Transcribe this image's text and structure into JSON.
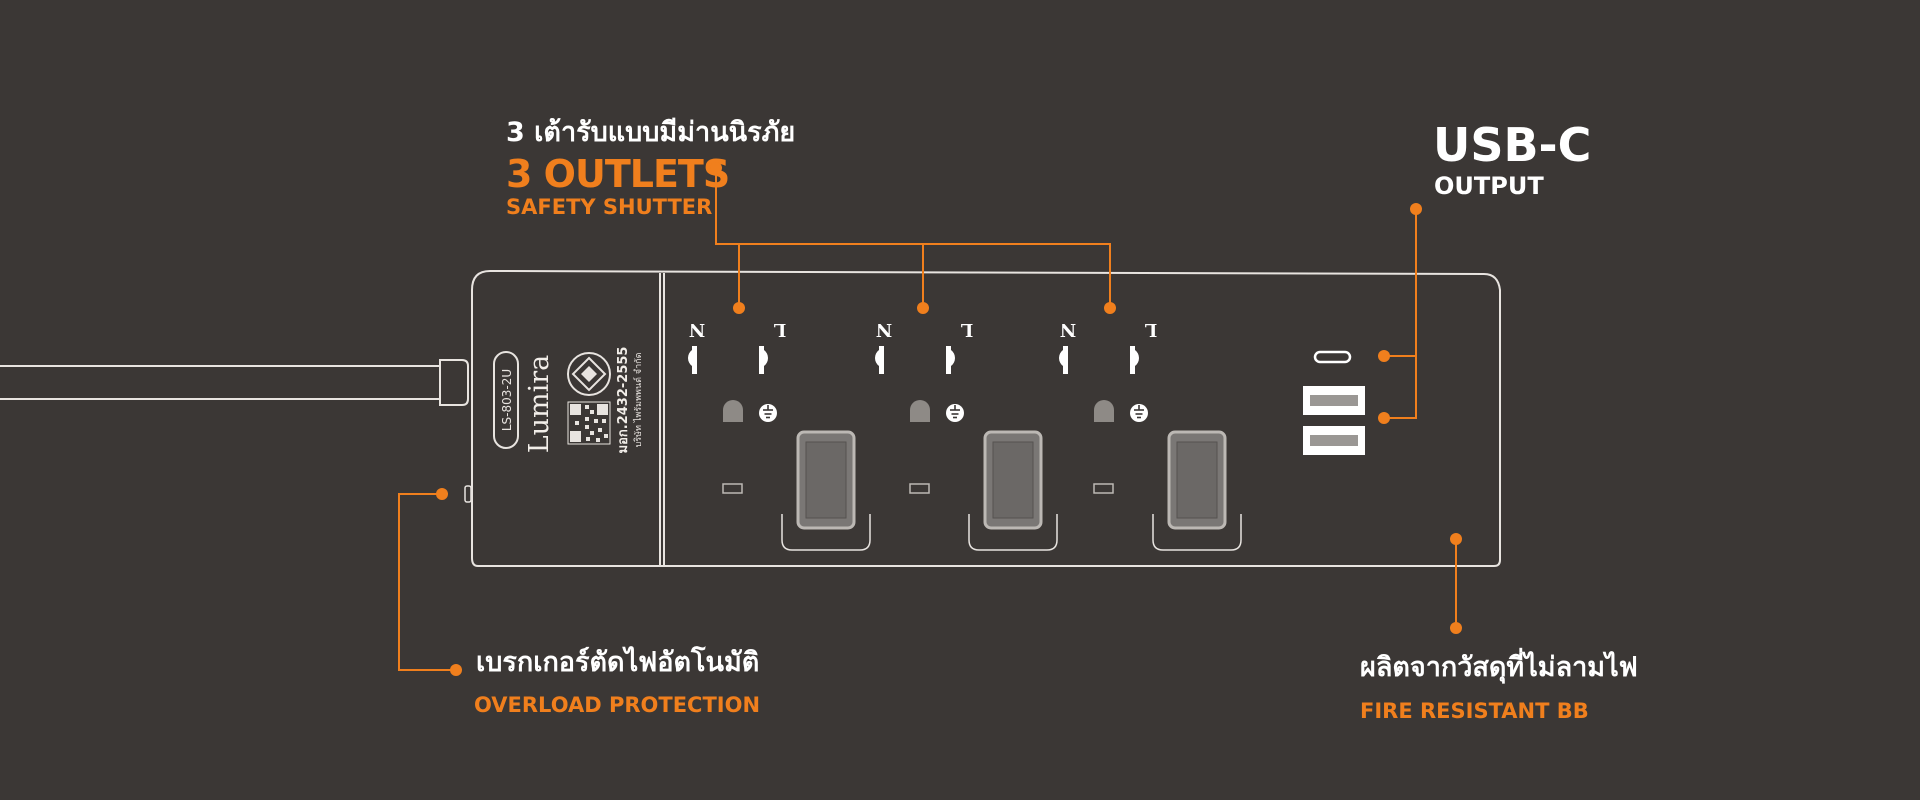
{
  "colors": {
    "background": "#3b3735",
    "accent": "#f07f1d",
    "line": "#e8e4e0",
    "text": "#ffffff"
  },
  "outlets": {
    "thai_label": "3 เต้ารับแบบมีม่านนิรภัย",
    "title": "3 OUTLETS",
    "subtitle": "SAFETY SHUTTER"
  },
  "usb": {
    "title": "USB-C",
    "subtitle": "OUTPUT"
  },
  "overload": {
    "thai_label": "เบรกเกอร์ตัดไฟอัตโนมัติ",
    "title": "OVERLOAD PROTECTION"
  },
  "fire": {
    "thai_label": "ผลิตจากวัสดุที่ไม่ลามไฟ",
    "title": "FIRE RESISTANT BB"
  },
  "product": {
    "model": "LS-803-2U",
    "brand": "Lumira",
    "cert_number": "มอก.2432-2555",
    "company": "บริษัท ไพรัมพพนต์ จำกัด"
  },
  "socket_marks": {
    "neutral": "N",
    "live": "L"
  }
}
